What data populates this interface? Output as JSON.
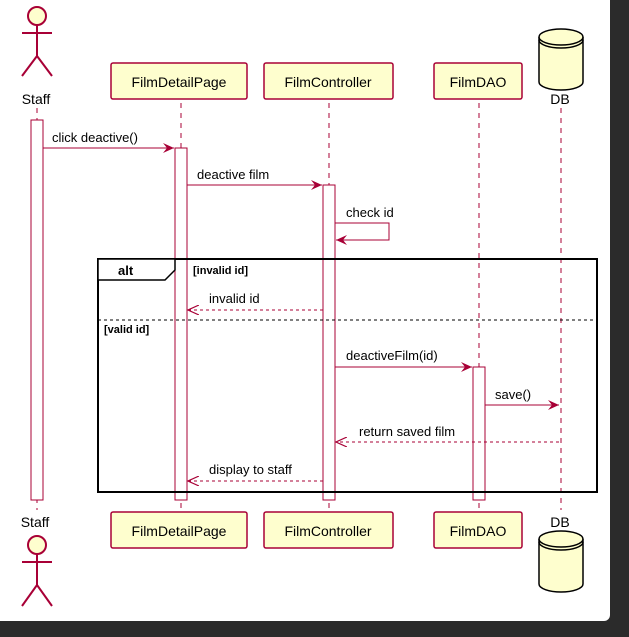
{
  "colors": {
    "border": "#a80036",
    "box_fill": "#fefece",
    "text": "#000000",
    "frame_bg": "#ffffff",
    "outer_bg": "#2b2b2b"
  },
  "participants": {
    "staff": {
      "label": "Staff",
      "icon": "actor-icon"
    },
    "page": {
      "label": "FilmDetailPage"
    },
    "controller": {
      "label": "FilmController"
    },
    "dao": {
      "label": "FilmDAO"
    },
    "db": {
      "label": "DB",
      "icon": "database-icon"
    }
  },
  "messages": {
    "m1": "click deactive()",
    "m2": "deactive film",
    "m3": "check id",
    "m4": "invalid id",
    "m5": "deactiveFilm(id)",
    "m6": "save()",
    "m7": "return saved film",
    "m8": "display to staff"
  },
  "fragment": {
    "operator": "alt",
    "guard_1": "[invalid id]",
    "guard_2": "[valid id]"
  }
}
